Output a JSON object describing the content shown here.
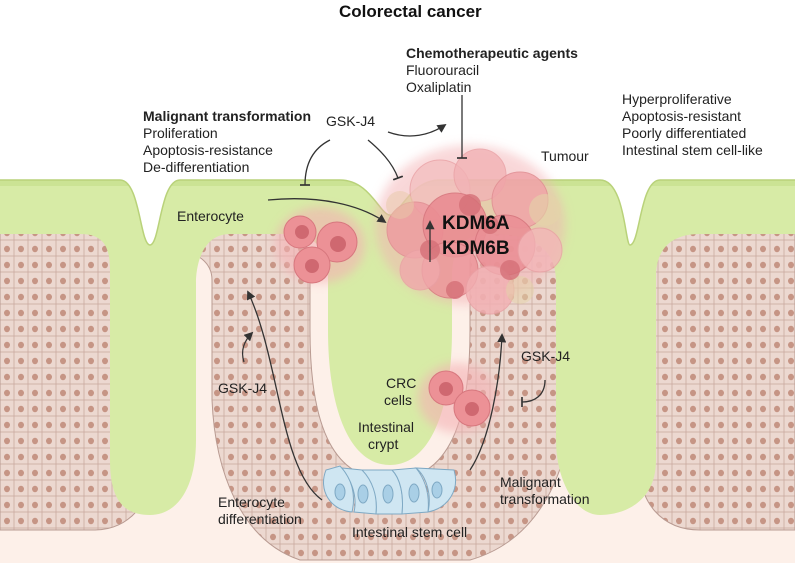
{
  "title": "Colorectal cancer",
  "chemo": {
    "heading": "Chemotherapeutic agents",
    "items": [
      "Fluorouracil",
      "Oxaliplatin"
    ]
  },
  "malignant": {
    "heading": "Malignant transformation",
    "items": [
      "Proliferation",
      "Apoptosis-resistance",
      "De-differentiation"
    ]
  },
  "tumour_traits": [
    "Hyperproliferative",
    "Apoptosis-resistant",
    "Poorly differentiated",
    "Intestinal stem cell-like"
  ],
  "labels": {
    "gsk_top": "GSK-J4",
    "gsk_left": "GSK-J4",
    "gsk_right": "GSK-J4",
    "tumour": "Tumour",
    "enterocyte": "Enterocyte",
    "kdm6a": "KDM6A",
    "kdm6b": "KDM6B",
    "crc_cells_1": "CRC",
    "crc_cells_2": "cells",
    "crypt_1": "Intestinal",
    "crypt_2": "crypt",
    "ent_diff_1": "Enterocyte",
    "ent_diff_2": "differentiation",
    "mal_trans_1": "Malignant",
    "mal_trans_2": "transformation",
    "stem_cell": "Intestinal stem cell"
  },
  "colors": {
    "lumen_green": "#d7eba6",
    "tissue_pink": "#fdf0e9",
    "epithelium": "#ead6cf",
    "nucleus": "#c79888",
    "tumour_red": "#e8838a",
    "stem_blue": "#cfe6f2"
  }
}
